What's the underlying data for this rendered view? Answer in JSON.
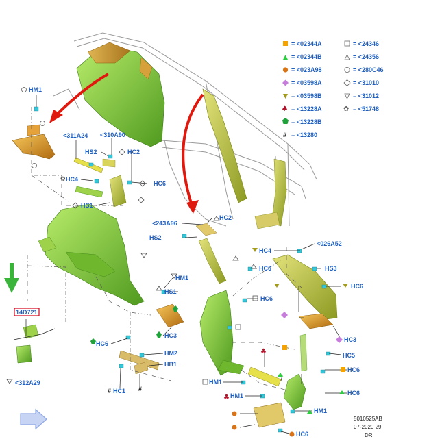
{
  "legend": {
    "left": [
      {
        "text": "= <02344A",
        "symbol": "square-filled",
        "color": "#f5a300"
      },
      {
        "text": "= <02344B",
        "symbol": "triangle-filled",
        "color": "#2ecc40"
      },
      {
        "text": "= <023A98",
        "symbol": "circle-filled",
        "color": "#d97316"
      },
      {
        "text": "= <03598A",
        "symbol": "diamond-filled",
        "color": "#c77ddb"
      },
      {
        "text": "= <03598B",
        "symbol": "triangle-down-filled",
        "color": "#a39b1e"
      },
      {
        "text": "= <13228A",
        "symbol": "club",
        "color": "#b0142a"
      },
      {
        "text": "= <13228B",
        "symbol": "pentagon-filled",
        "color": "#1fa23a"
      },
      {
        "text": "= <13280",
        "symbol": "hash",
        "color": "#111111"
      }
    ],
    "right": [
      {
        "text": "= <24346",
        "symbol": "square-open"
      },
      {
        "text": "= <24356",
        "symbol": "triangle-open"
      },
      {
        "text": "= <280C46",
        "symbol": "circle-open"
      },
      {
        "text": "= <31010",
        "symbol": "diamond-open"
      },
      {
        "text": "= <31012",
        "symbol": "triangle-down-open"
      },
      {
        "text": "= <51748",
        "symbol": "flower-open"
      }
    ]
  },
  "labels": {
    "hm1_top": "HM1",
    "p311a24": "<311A24",
    "p310a90": "<310A90",
    "hs2_a": "HS2",
    "hc2_a": "HC2",
    "hc4_a": "HC4",
    "hc6_a": "HC6",
    "hs1_a": "HS1",
    "p243a96": "<243A96",
    "hc2_b": "HC2",
    "hs2_b": "HS2",
    "hc4_b": "HC4",
    "p026a52": "<026A52",
    "hs3": "HS3",
    "hc6_b": "HC6",
    "hm1_b": "HM1",
    "hs1_b": "HS1",
    "hc6_c": "HC6",
    "hc6_d": "HC6",
    "p14d721": "14D721",
    "hc3_a": "HC3",
    "hc6_e": "HC6",
    "hm2": "HM2",
    "hb1": "HB1",
    "hc1": "HC1",
    "hc3_b": "HC3",
    "hc5": "HC5",
    "hc6_f": "HC6",
    "hc6_g": "HC6",
    "hm1_c": "HM1",
    "hm1_d": "HM1",
    "hm1_e": "HM1",
    "hc6_h": "HC6",
    "p312a29": "<312A29"
  },
  "footer": {
    "line1": "5010525AB",
    "line2": "07-2020 29",
    "line3": "DR"
  },
  "colors": {
    "trim_green": "#8bd23a",
    "trim_green_dark": "#4f9a1f",
    "trim_olive": "#b9c44a",
    "trim_orange": "#e8a52a",
    "trim_yellow": "#e6e04a",
    "highlight_box": "#d6001c",
    "arrow_red": "#e0190f",
    "arrow_green": "#3ab43a",
    "arrow_blue": "#8fa8e6"
  }
}
